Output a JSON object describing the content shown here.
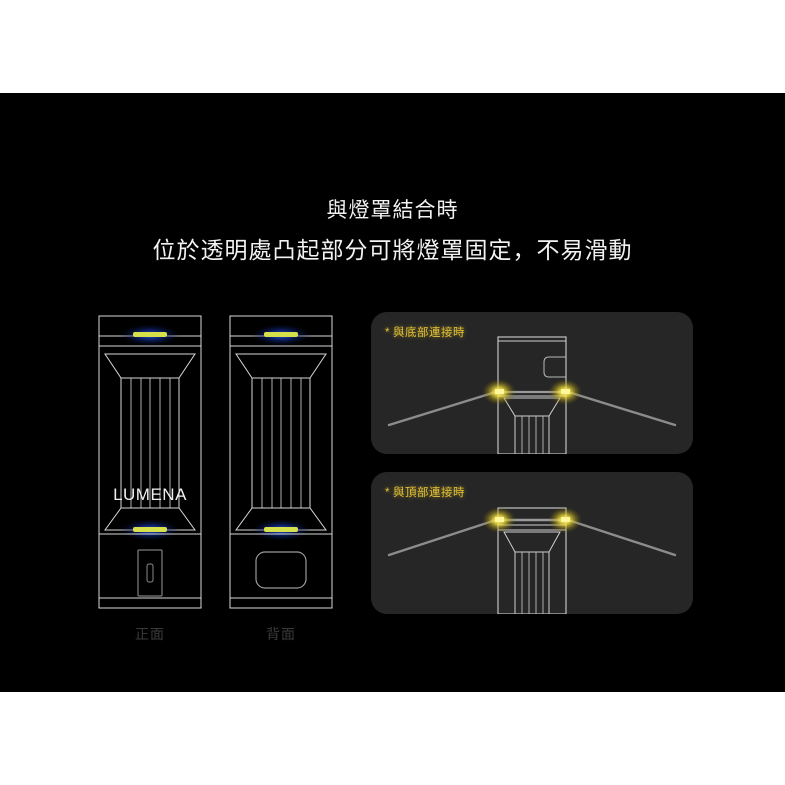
{
  "headline": {
    "line1": "與燈罩結合時",
    "line2": "位於透明處凸起部分可將燈罩固定，不易滑動"
  },
  "colors": {
    "background": "#000000",
    "letterbox": "#ffffff",
    "headline_text": "#f2f2f2",
    "outline": "#d8d8d8",
    "panel_background": "#262626",
    "label_yellow": "#e3c233",
    "led_strip": "#d6e04a",
    "led_glow_blue": "#1536b4",
    "contact_glow": "#f5e13c",
    "caption_text": "#3a3a3a",
    "shade_line": "#8c8c8c"
  },
  "products": [
    {
      "id": "front",
      "caption": "正面",
      "brand": "LUMENA",
      "rib_count": 5,
      "bottom_feature": "port-rectangle"
    },
    {
      "id": "back",
      "caption": "背面",
      "brand": "",
      "rib_count": 5,
      "bottom_feature": "rounded-label-plate"
    }
  ],
  "panels": [
    {
      "id": "bottom-connect",
      "asterisk": "*",
      "label": "與底部連接時",
      "glow_points": 2
    },
    {
      "id": "top-connect",
      "asterisk": "*",
      "label": "與頂部連接時",
      "glow_points": 2
    }
  ]
}
